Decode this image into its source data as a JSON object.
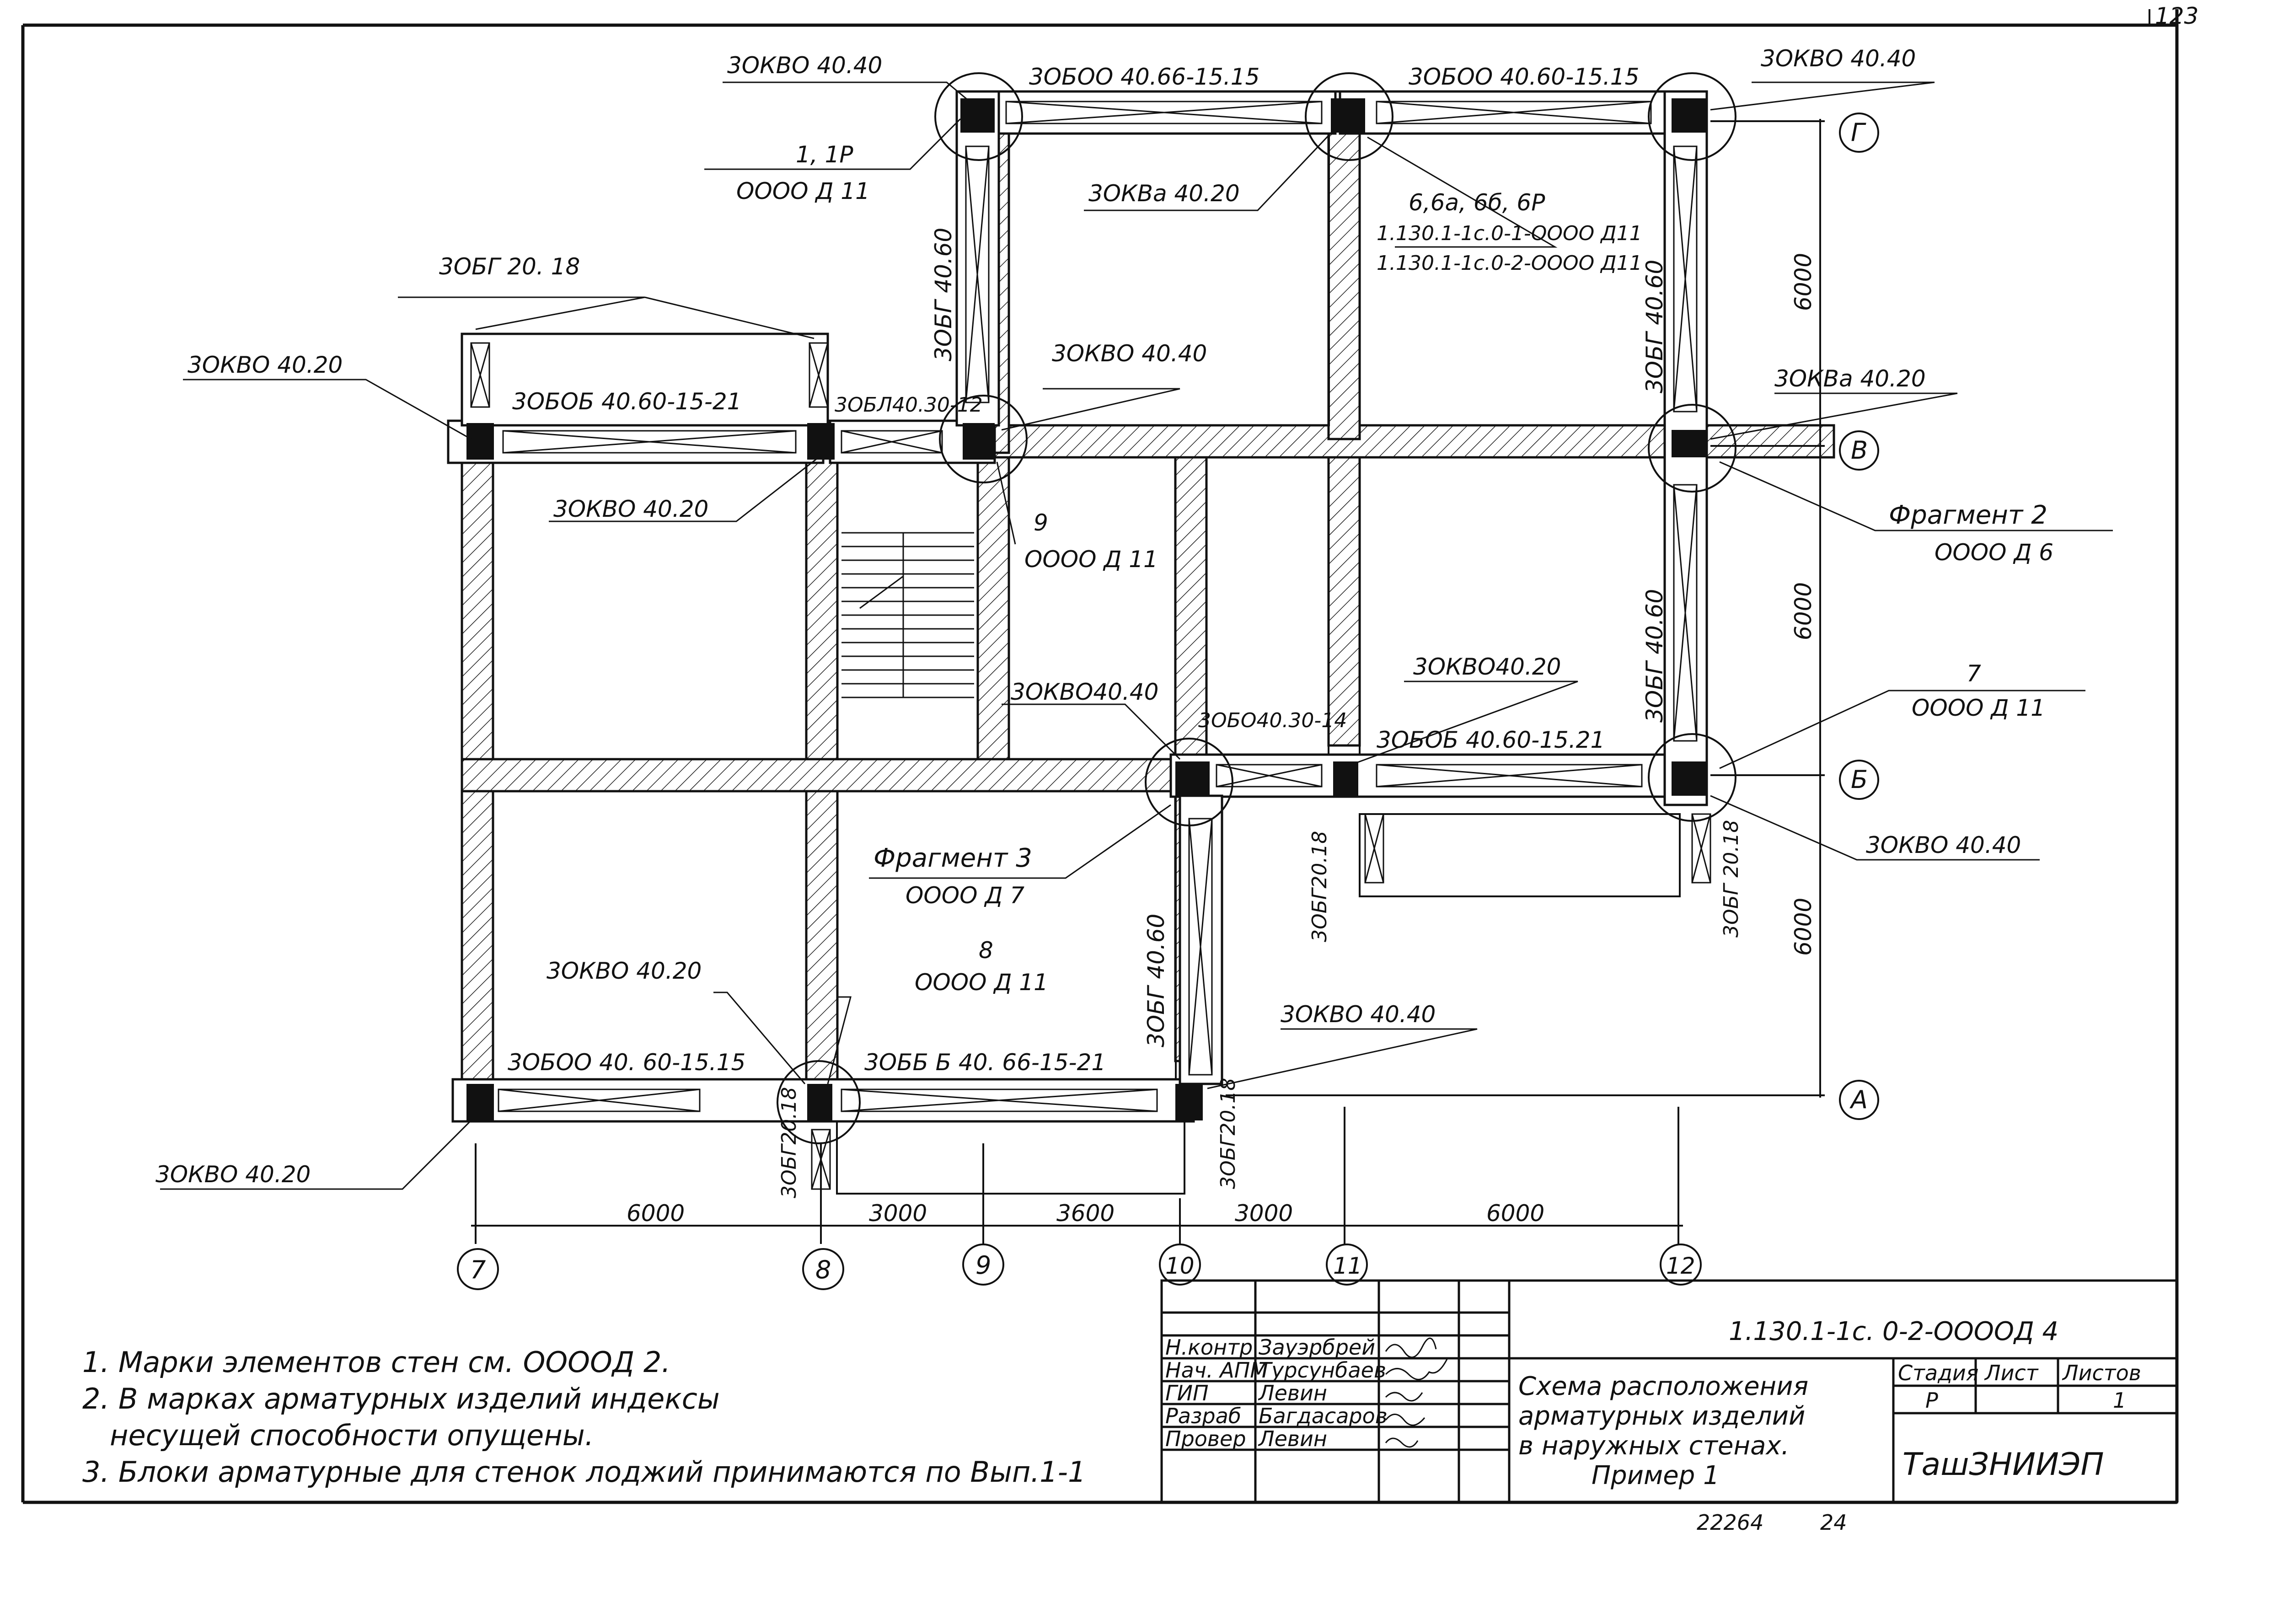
{
  "page_number": "123",
  "labels": {
    "kvo_40_40_tl": "3ОКВО 40.40",
    "bo_top_left": "3ОБОО 40.66-15.15",
    "bo_top_right": "3ОБОО 40.60-15.15",
    "kvo_40_40_tr": "3ОКВО 40.40",
    "frag1_mark": "1, 1Р",
    "frag1_ref": "ОООО Д 11",
    "kva_40_20_top": "3ОКВа 40.20",
    "frag6_mark": "6,6а, 6б, 6Р",
    "frag6_ref1": "1.130.1-1с.0-1-ОООО Д11",
    "frag6_ref2": "1.130.1-1с.0-2-ОООО Д11",
    "bg_20_18_top": "3ОБГ 20. 18",
    "bg_40_60_v1": "3ОБГ 40.60",
    "bg_40_60_v2": "3ОБГ 40.60",
    "kvo_40_20_left": "3ОКВО 40.20",
    "bob_40_60_top": "3ОБОБ 40.60-15-21",
    "bl_40_30": "3ОБЛ40.30-12",
    "kvo_40_40_mid": "3ОКВО 40.40",
    "kva_40_20_right": "3ОКВа 40.20",
    "kvo_40_20_under": "3ОКВО 40.20",
    "frag9_mark": "9",
    "frag9_ref": "ОООО Д 11",
    "frag2_title": "Фрагмент 2",
    "frag2_ref": "ОООО Д 6",
    "bg_40_60_v3": "3ОБГ 40.60",
    "kvo_40_40_c": "3ОКВО40.40",
    "bo_40_30": "3ОБО40.30-14",
    "kvo_40_20_c": "3ОКВО40.20",
    "bob_40_60_c": "3ОБОБ 40.60-15.21",
    "frag7_mark": "7",
    "frag7_ref": "ОООО Д 11",
    "frag3_title": "Фрагмент 3",
    "frag3_ref": "ОООО Д 7",
    "bg_20_18_c": "3ОБГ20.18",
    "bg_20_18_r": "3ОБГ 20.18",
    "kvo_40_40_r": "3ОКВО 40.40",
    "bg_40_60_v4": "3ОБГ 40.60",
    "frag8_mark": "8",
    "frag8_ref": "ОООО Д 11",
    "kvo_40_20_bl": "3ОКВО 40.20",
    "bo_bottom": "3ОБОО 40. 60-15.15",
    "bbb_bottom": "3ОББ Б 40. 66-15-21",
    "kvo_40_40_b": "3ОКВО 40.40",
    "bg_20_18_b1": "3ОБГ20.18",
    "bg_20_18_b2": "3ОБГ20.18",
    "kvo_40_20_bottom": "3ОКВО 40.20"
  },
  "axes": {
    "rows": [
      "Г",
      "В",
      "Б",
      "А"
    ],
    "cols": [
      "7",
      "8",
      "9",
      "10",
      "11",
      "12"
    ],
    "dims_horizontal": [
      "6000",
      "3000",
      "3600",
      "3000",
      "6000"
    ],
    "dims_vertical": [
      "6000",
      "6000",
      "6000"
    ]
  },
  "notes": [
    "1. Марки элементов  стен см. ООООД 2.",
    "2. В марках арматурных  изделий индексы",
    "несущей способности  опущены.",
    "3. Блоки арматурные для стенок лоджий принимаются по Вып.1-1"
  ],
  "title_block": {
    "code": "1.130.1-1с. 0-2-ООООД 4",
    "roles": [
      "Н.контр",
      "Нач. АПМ",
      "ГИП",
      "Разраб",
      "Провер"
    ],
    "names": [
      "Зауэрбрей",
      "Турсунбаев",
      "Левин",
      "Багдасаров",
      "Левин"
    ],
    "title_lines": [
      "Схема расположения",
      "арматурных изделий",
      "в наружных стенах.",
      "Пример  1"
    ],
    "stage_header": "Стадия",
    "sheet_header": "Лист",
    "sheets_header": "Листов",
    "stage": "Р",
    "sheets": "1",
    "org": "ТашЗНИИЭП",
    "archive_no": "22264",
    "archive_no2": "24"
  }
}
